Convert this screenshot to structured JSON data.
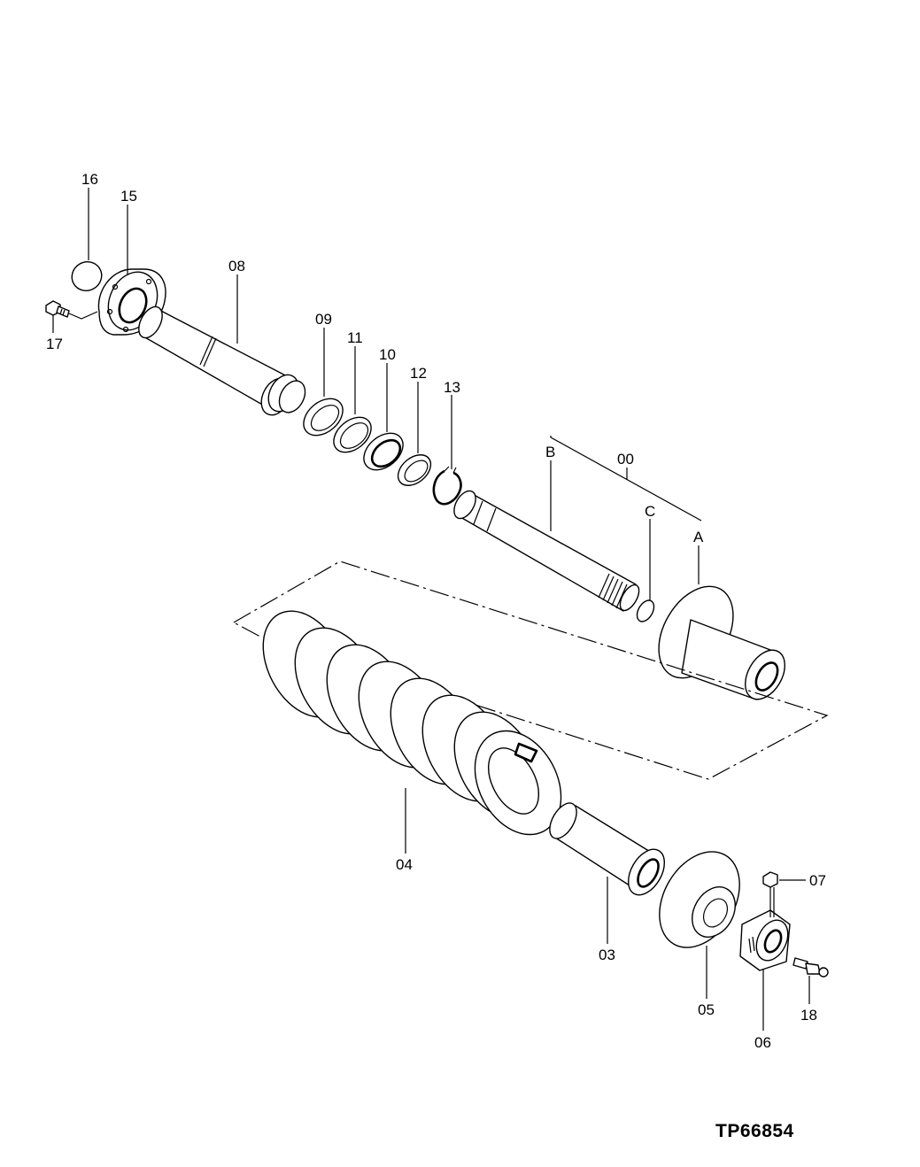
{
  "figure_code": "TP66854",
  "callouts": {
    "c00": "00",
    "cA": "A",
    "cB": "B",
    "cC": "C",
    "c03": "03",
    "c04": "04",
    "c05": "05",
    "c06": "06",
    "c07": "07",
    "c08": "08",
    "c09": "09",
    "c10": "10",
    "c11": "11",
    "c12": "12",
    "c13": "13",
    "c15": "15",
    "c16": "16",
    "c17": "17",
    "c18": "18"
  }
}
